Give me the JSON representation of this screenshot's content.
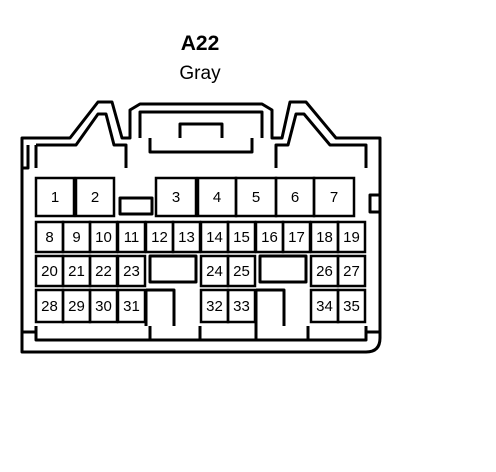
{
  "connector": {
    "name": "A22",
    "color_label": "Gray"
  },
  "style": {
    "line_color": "#000000",
    "background": "#ffffff"
  },
  "pins": {
    "row1": [
      "1",
      "2",
      "3",
      "4",
      "5",
      "6",
      "7"
    ],
    "row2": [
      "8",
      "9",
      "10",
      "11",
      "12",
      "13",
      "14",
      "15",
      "16",
      "17",
      "18",
      "19"
    ],
    "row3": [
      "20",
      "21",
      "22",
      "23",
      "24",
      "25",
      "26",
      "27"
    ],
    "row4": [
      "28",
      "29",
      "30",
      "31",
      "32",
      "33",
      "34",
      "35"
    ]
  }
}
